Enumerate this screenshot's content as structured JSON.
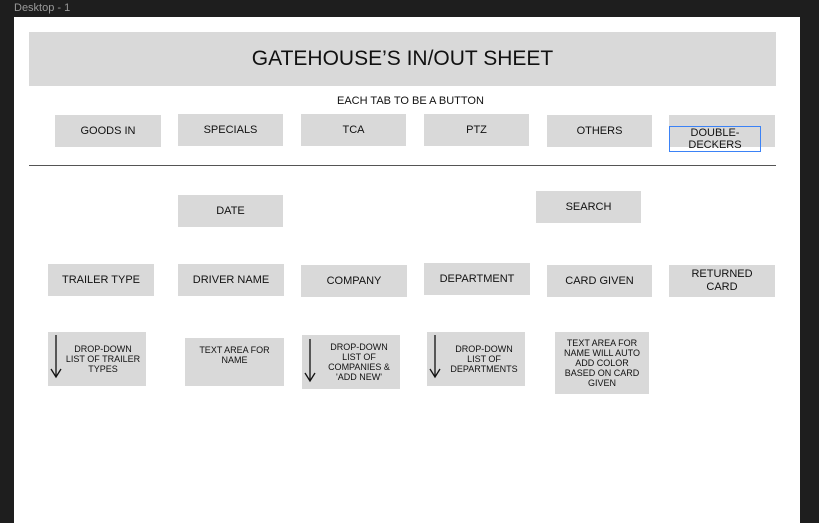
{
  "frame_label": "Desktop - 1",
  "title": "GATEHOUSE’S IN/OUT SHEET",
  "tabs_note": "EACH TAB TO BE A BUTTON",
  "tabs": [
    {
      "label": "GOODS IN"
    },
    {
      "label": "SPECIALS"
    },
    {
      "label": "TCA"
    },
    {
      "label": "PTZ"
    },
    {
      "label": "OTHERS"
    },
    {
      "label": "DOUBLE-DECKERS"
    }
  ],
  "date_label": "DATE",
  "search_label": "SEARCH",
  "columns": [
    {
      "label": "TRAILER TYPE"
    },
    {
      "label": "DRIVER NAME"
    },
    {
      "label": "COMPANY"
    },
    {
      "label": "DEPARTMENT"
    },
    {
      "label": "CARD GIVEN"
    },
    {
      "label": "RETURNED CARD"
    }
  ],
  "fields": [
    {
      "text": "DROP-DOWN LIST OF TRAILER TYPES"
    },
    {
      "text": "TEXT AREA FOR NAME"
    },
    {
      "text": "DROP-DOWN LIST OF COMPANIES & 'ADD NEW'"
    },
    {
      "text": "DROP-DOWN LIST OF DEPARTMENTS"
    },
    {
      "text": "TEXT AREA FOR NAME WILL AUTO ADD COLOR BASED ON CARD GIVEN"
    }
  ],
  "colors": {
    "background": "#1e1e1e",
    "canvas": "#ffffff",
    "box": "#d9d9d9",
    "selection": "#3b82f6"
  }
}
